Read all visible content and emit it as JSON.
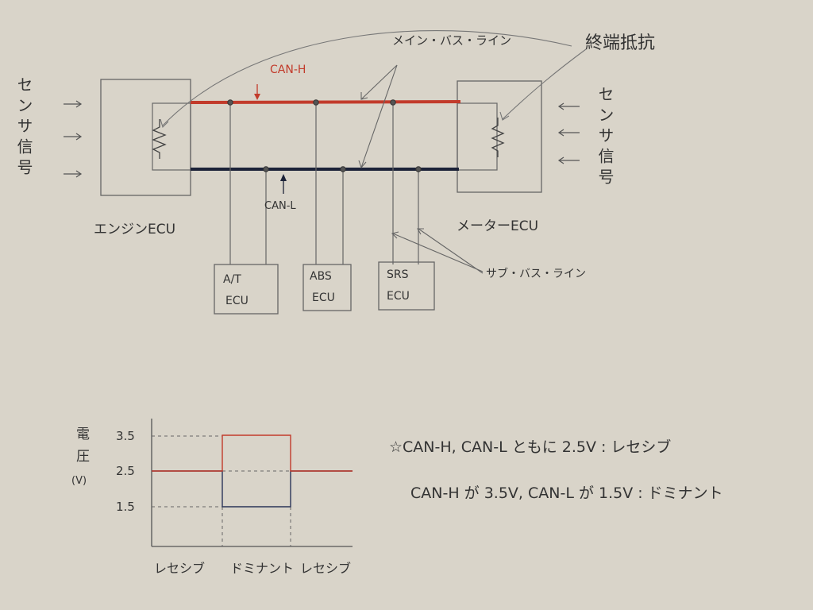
{
  "main_bus_label": "メイン・バス・ライン",
  "terminator_label": "終端抵抗",
  "can_h_label": "CAN-H",
  "can_l_label": "CAN-L",
  "sensor_signal_left": "センサ信号",
  "sensor_signal_right": "センサ信号",
  "engine_ecu_label": "エンジンECU",
  "meter_ecu_label": "メーターECU",
  "sub_bus_label": "サブ・バス・ライン",
  "ecus": {
    "at": [
      "A/T",
      "ECU"
    ],
    "abs": [
      "ABS",
      "ECU"
    ],
    "srs": [
      "SRS",
      "ECU"
    ]
  },
  "graph": {
    "y_axis_label": "電圧",
    "y_axis_unit": "(V)",
    "y_ticks": [
      "3.5",
      "2.5",
      "1.5"
    ],
    "x_labels": [
      "レセシブ",
      "ドミナント",
      "レセシブ"
    ]
  },
  "chart_data": {
    "type": "line",
    "x": [
      "レセシブ",
      "ドミナント",
      "レセシブ"
    ],
    "ylabel": "電圧 (V)",
    "yticks": [
      3.5,
      2.5,
      1.5
    ],
    "series": [
      {
        "name": "CAN-H",
        "values": [
          2.5,
          3.5,
          2.5
        ]
      },
      {
        "name": "CAN-L",
        "values": [
          2.5,
          1.5,
          2.5
        ]
      }
    ]
  },
  "notes": {
    "line1": "☆CAN-H, CAN-L ともに 2.5V : レセシブ",
    "line2": "CAN-H が 3.5V, CAN-L が 1.5V : ドミナント"
  },
  "colors": {
    "paper": "#d9d4c9",
    "can_h": "#c23b2b",
    "can_l": "#1c2238",
    "pencil": "#555555"
  }
}
